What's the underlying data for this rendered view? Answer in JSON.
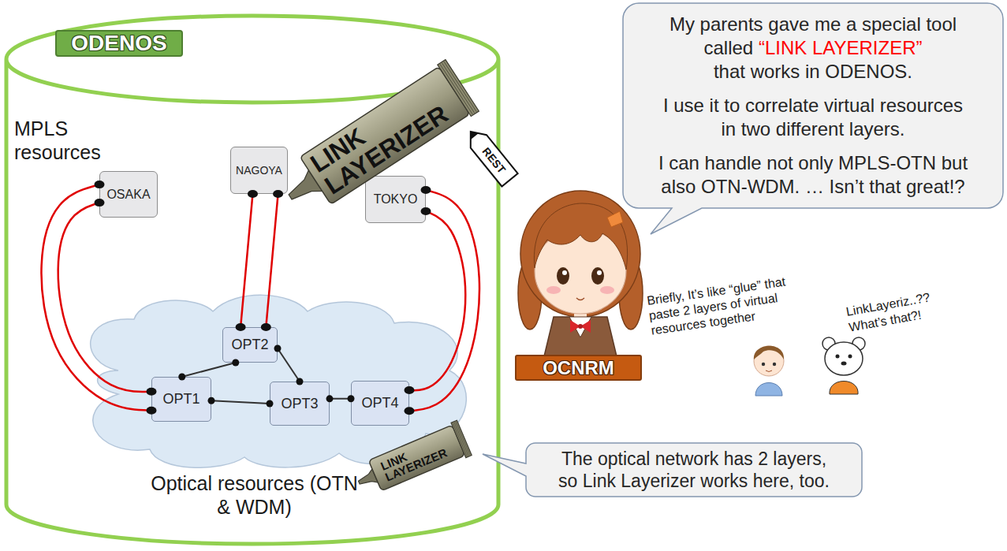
{
  "diagram": {
    "nodes": [
      {
        "text": [
          "ODENOS"
        ]
      },
      {
        "text": [
          "OSAKA"
        ],
        "in": 0
      },
      {
        "text": [
          "NAGOYA"
        ],
        "in": 0
      },
      {
        "text": [
          "TOKYO"
        ],
        "in": 0
      },
      {
        "text": [
          "OPT2"
        ],
        "in": 0
      },
      {
        "text": [
          "OPT1"
        ],
        "in": 0
      },
      {
        "text": [
          "OPT3"
        ],
        "in": 0
      },
      {
        "text": [
          "OPT4"
        ],
        "in": 0
      },
      {
        "text": [
          "LINK LAYERIZER"
        ],
        "in": 0
      },
      {
        "text": [
          "LINK LAYERIZER"
        ]
      },
      {
        "text": [
          "REST"
        ]
      },
      {
        "text": [
          "My parents gave me a special tool called",
          "“LINK LAYERIZER”",
          "that works in ODENOS.",
          "I use it to correlate virtual resources in two different layers.",
          "I can handle not only MPLS-OTN but also OTN-WDM. … Isn’t that great!?"
        ]
      },
      {
        "text": [
          "OCNRM"
        ]
      },
      {
        "text": [
          "The optical network has 2 layers, so Link Layerizer works here, too."
        ]
      }
    ],
    "edges": [
      {
        "from": 1,
        "to": 5,
        "arrow": "none"
      },
      {
        "from": 1,
        "to": 5,
        "arrow": "none"
      },
      {
        "from": 2,
        "to": 4,
        "arrow": "none"
      },
      {
        "from": 2,
        "to": 4,
        "arrow": "none"
      },
      {
        "from": 3,
        "to": 7,
        "arrow": "none"
      },
      {
        "from": 3,
        "to": 7,
        "arrow": "none"
      },
      {
        "from": 5,
        "to": 4,
        "arrow": "none"
      },
      {
        "from": 4,
        "to": 6,
        "arrow": "none"
      },
      {
        "from": 5,
        "to": 6,
        "arrow": "none"
      },
      {
        "from": 6,
        "to": 7,
        "arrow": "none"
      }
    ],
    "labels": [
      "MPLS resources",
      "Briefly, It’s like “glue” that paste 2 layers of virtual resources together",
      "LinkLayeriz..?? What’s that?!",
      "Optical resources (OTN & WDM)"
    ]
  }
}
